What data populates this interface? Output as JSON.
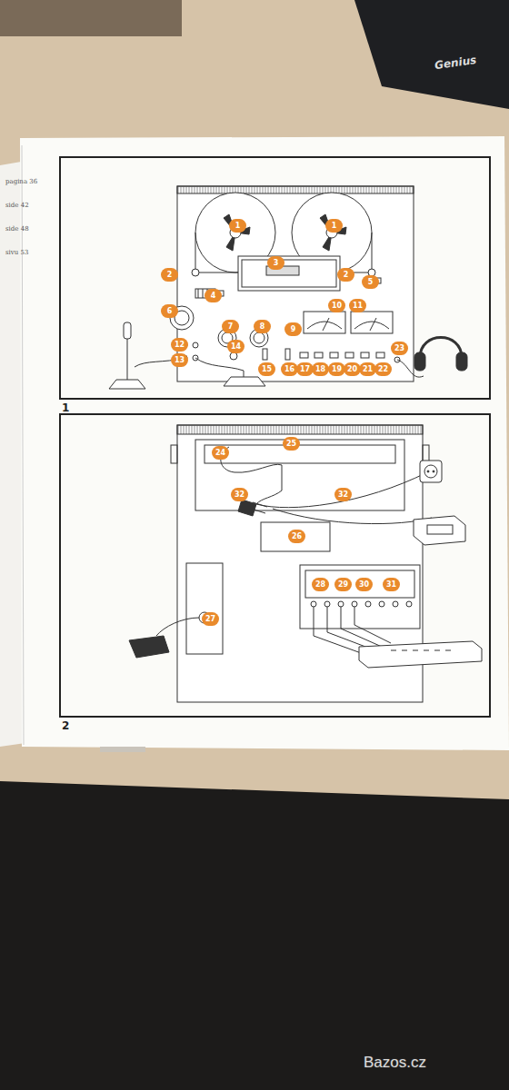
{
  "diagram": {
    "nodes": [
      {
        "text": [
          "1"
        ]
      },
      {
        "text": [
          "2"
        ]
      }
    ],
    "labels": [
      "pagina 36",
      "side 42",
      "side 48",
      "sivu 53",
      "1",
      "1",
      "2",
      "3",
      "2",
      "4",
      "5",
      "6",
      "7",
      "8",
      "9",
      "10",
      "11",
      "12",
      "13",
      "14",
      "15",
      "16",
      "17",
      "18",
      "19",
      "20",
      "21",
      "22",
      "23",
      "24",
      "25",
      "32",
      "32",
      "26",
      "27",
      "28",
      "29",
      "30",
      "31",
      "Genius",
      "Bazos.cz"
    ]
  }
}
